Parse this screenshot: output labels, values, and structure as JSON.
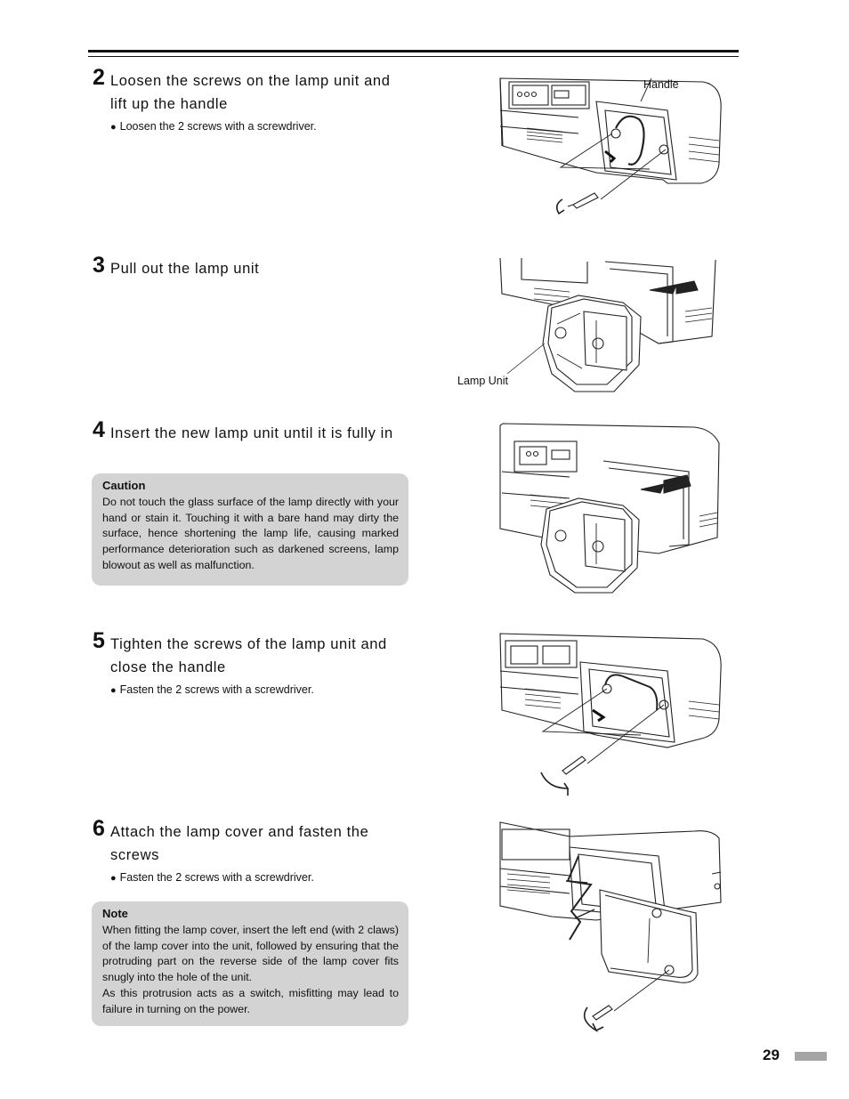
{
  "steps": [
    {
      "number": "2",
      "title_line1": "Loosen the screws on the lamp unit and",
      "title_line2": "lift up the handle",
      "bullet": "Loosen the 2 screws with a   screwdriver."
    },
    {
      "number": "3",
      "title_line1": "Pull out the lamp unit"
    },
    {
      "number": "4",
      "title_line1": "Insert the new lamp unit until it is fully in"
    },
    {
      "number": "5",
      "title_line1": "Tighten the screws of the lamp unit and",
      "title_line2": "close the handle",
      "bullet": "Fasten the 2 screws with a   screwdriver."
    },
    {
      "number": "6",
      "title_line1": "Attach the lamp cover and fasten the",
      "title_line2": "screws",
      "bullet": "Fasten the 2 screws with a   screwdriver."
    }
  ],
  "caution": {
    "title": "Caution",
    "text": "Do not touch the glass surface of the lamp directly with your hand or stain it. Touching it with a bare hand may dirty the surface, hence shortening the lamp life, causing marked performance deterioration such as darkened screens, lamp blowout as well as malfunction."
  },
  "note": {
    "title": "Note",
    "paragraph1": "When fitting the lamp cover, insert the left end (with 2 claws) of the lamp cover into the unit, followed by ensuring that the protruding part on the reverse side of the lamp cover fits snugly into the hole of the unit.",
    "paragraph2": "As this protrusion acts as a switch, misfitting may lead to failure in turning on the power."
  },
  "callouts": {
    "handle": "Handle",
    "lamp_unit": "Lamp Unit"
  },
  "page_number": "29"
}
